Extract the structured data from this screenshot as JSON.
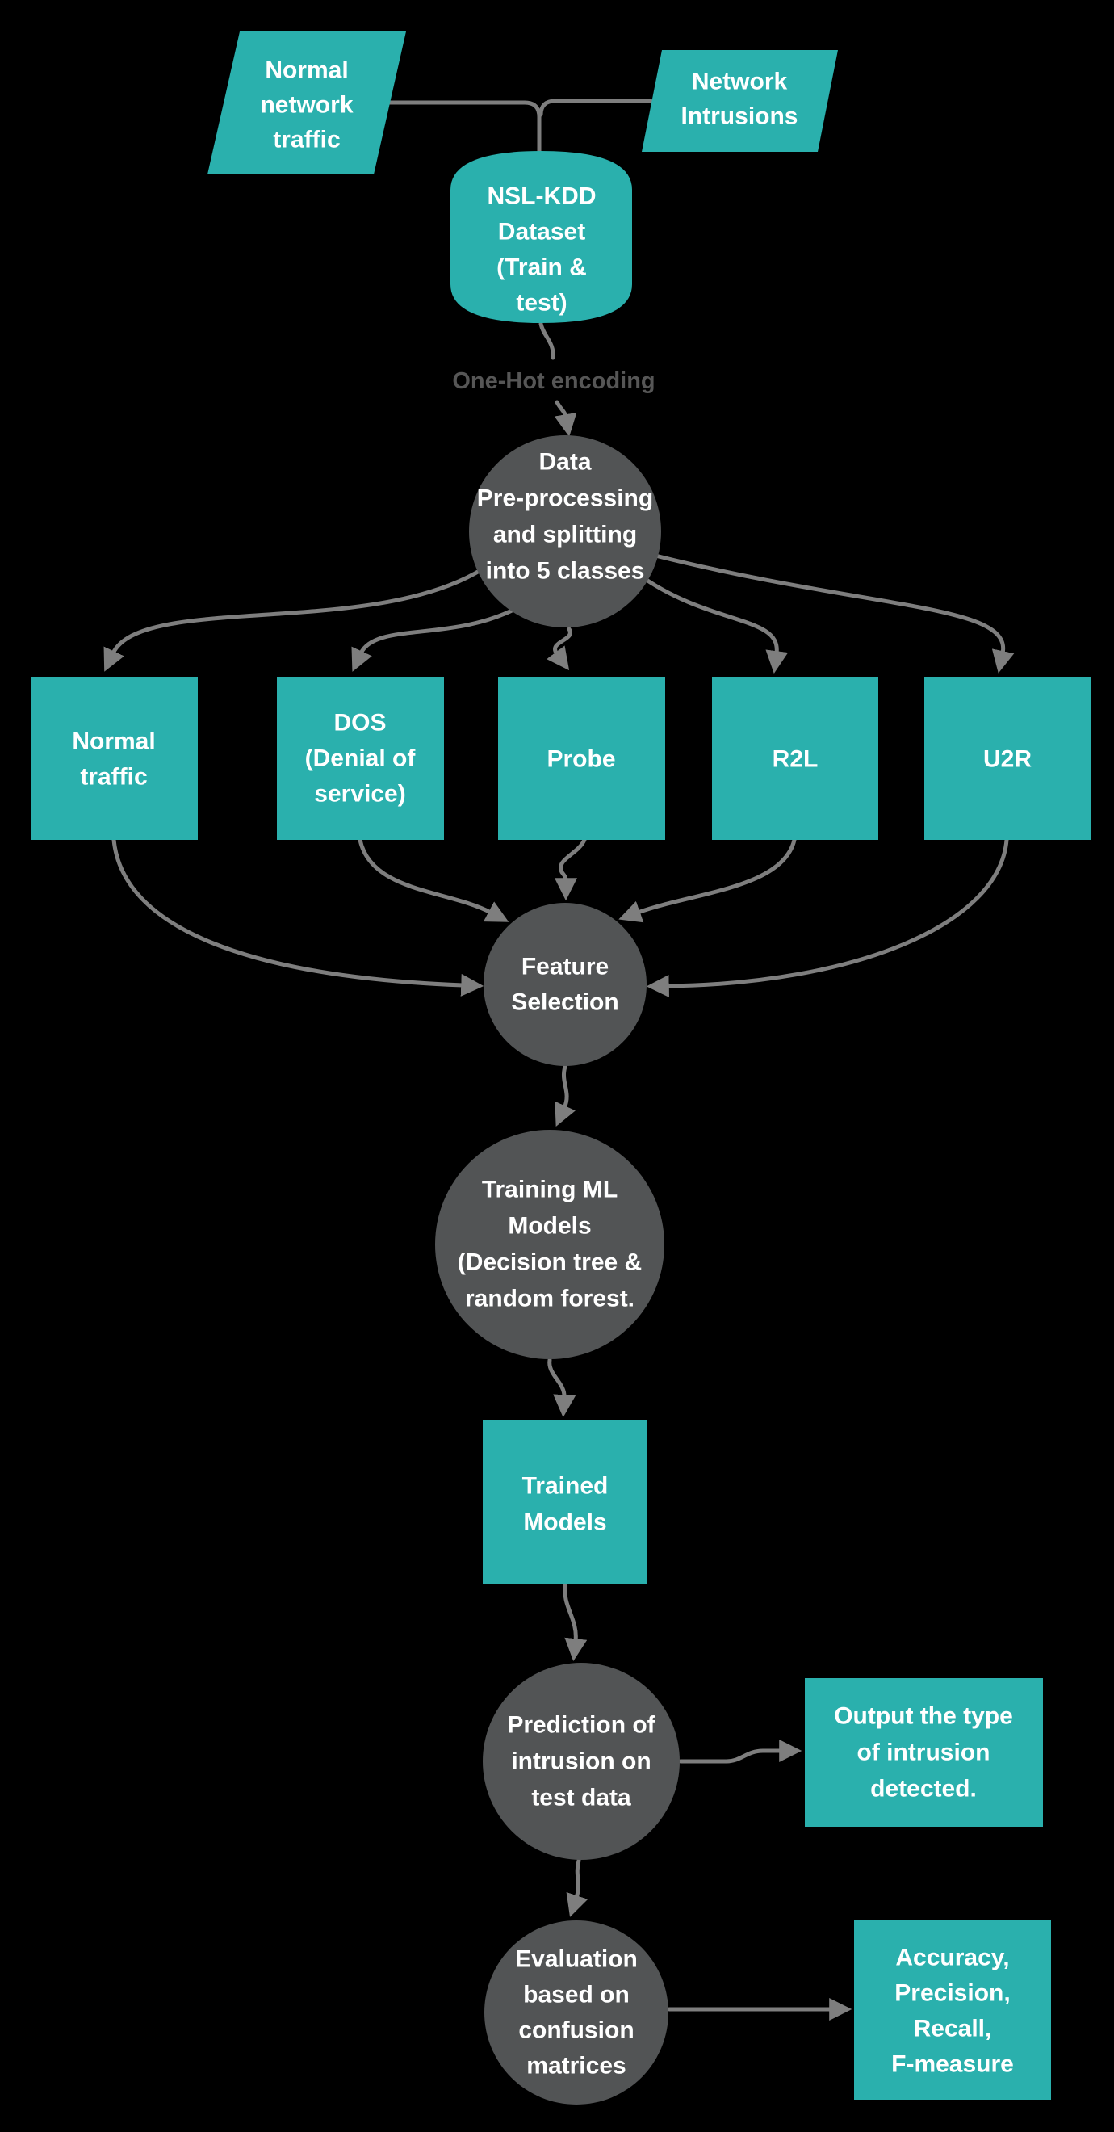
{
  "colors": {
    "background": "#000000",
    "teal": "#2AB0AD",
    "node_dark": "#525455",
    "connector": "#7E7E7E",
    "muted_label": "#565656",
    "text": "#FFFFFF"
  },
  "labels": {
    "one_hot": "One-Hot encoding"
  },
  "nodes": {
    "input_normal": {
      "lines": [
        "Normal",
        "network",
        "traffic"
      ]
    },
    "input_intrusions": {
      "lines": [
        "Network",
        "Intrusions"
      ]
    },
    "dataset": {
      "lines": [
        "NSL-KDD",
        "Dataset",
        "(Train &",
        "test)"
      ]
    },
    "preprocessing": {
      "lines": [
        "Data",
        "Pre-processing",
        "and splitting",
        "into 5 classes"
      ]
    },
    "class_normal": {
      "lines": [
        "Normal",
        "traffic"
      ]
    },
    "class_dos": {
      "lines": [
        "DOS",
        "(Denial of",
        "service)"
      ]
    },
    "class_probe": {
      "lines": [
        "Probe"
      ]
    },
    "class_r2l": {
      "lines": [
        "R2L"
      ]
    },
    "class_u2r": {
      "lines": [
        "U2R"
      ]
    },
    "feature_selection": {
      "lines": [
        "Feature",
        "Selection"
      ]
    },
    "training": {
      "lines": [
        "Training ML",
        "Models",
        "(Decision tree &",
        "random forest."
      ]
    },
    "trained_models": {
      "lines": [
        "Trained",
        "Models"
      ]
    },
    "prediction": {
      "lines": [
        "Prediction of",
        "intrusion on",
        "test data"
      ]
    },
    "output": {
      "lines": [
        "Output the type",
        "of intrusion",
        "detected."
      ]
    },
    "evaluation": {
      "lines": [
        "Evaluation",
        "based on",
        "confusion",
        "matrices"
      ]
    },
    "metrics": {
      "lines": [
        "Accuracy,",
        "Precision,",
        "Recall,",
        "F-measure"
      ]
    }
  }
}
